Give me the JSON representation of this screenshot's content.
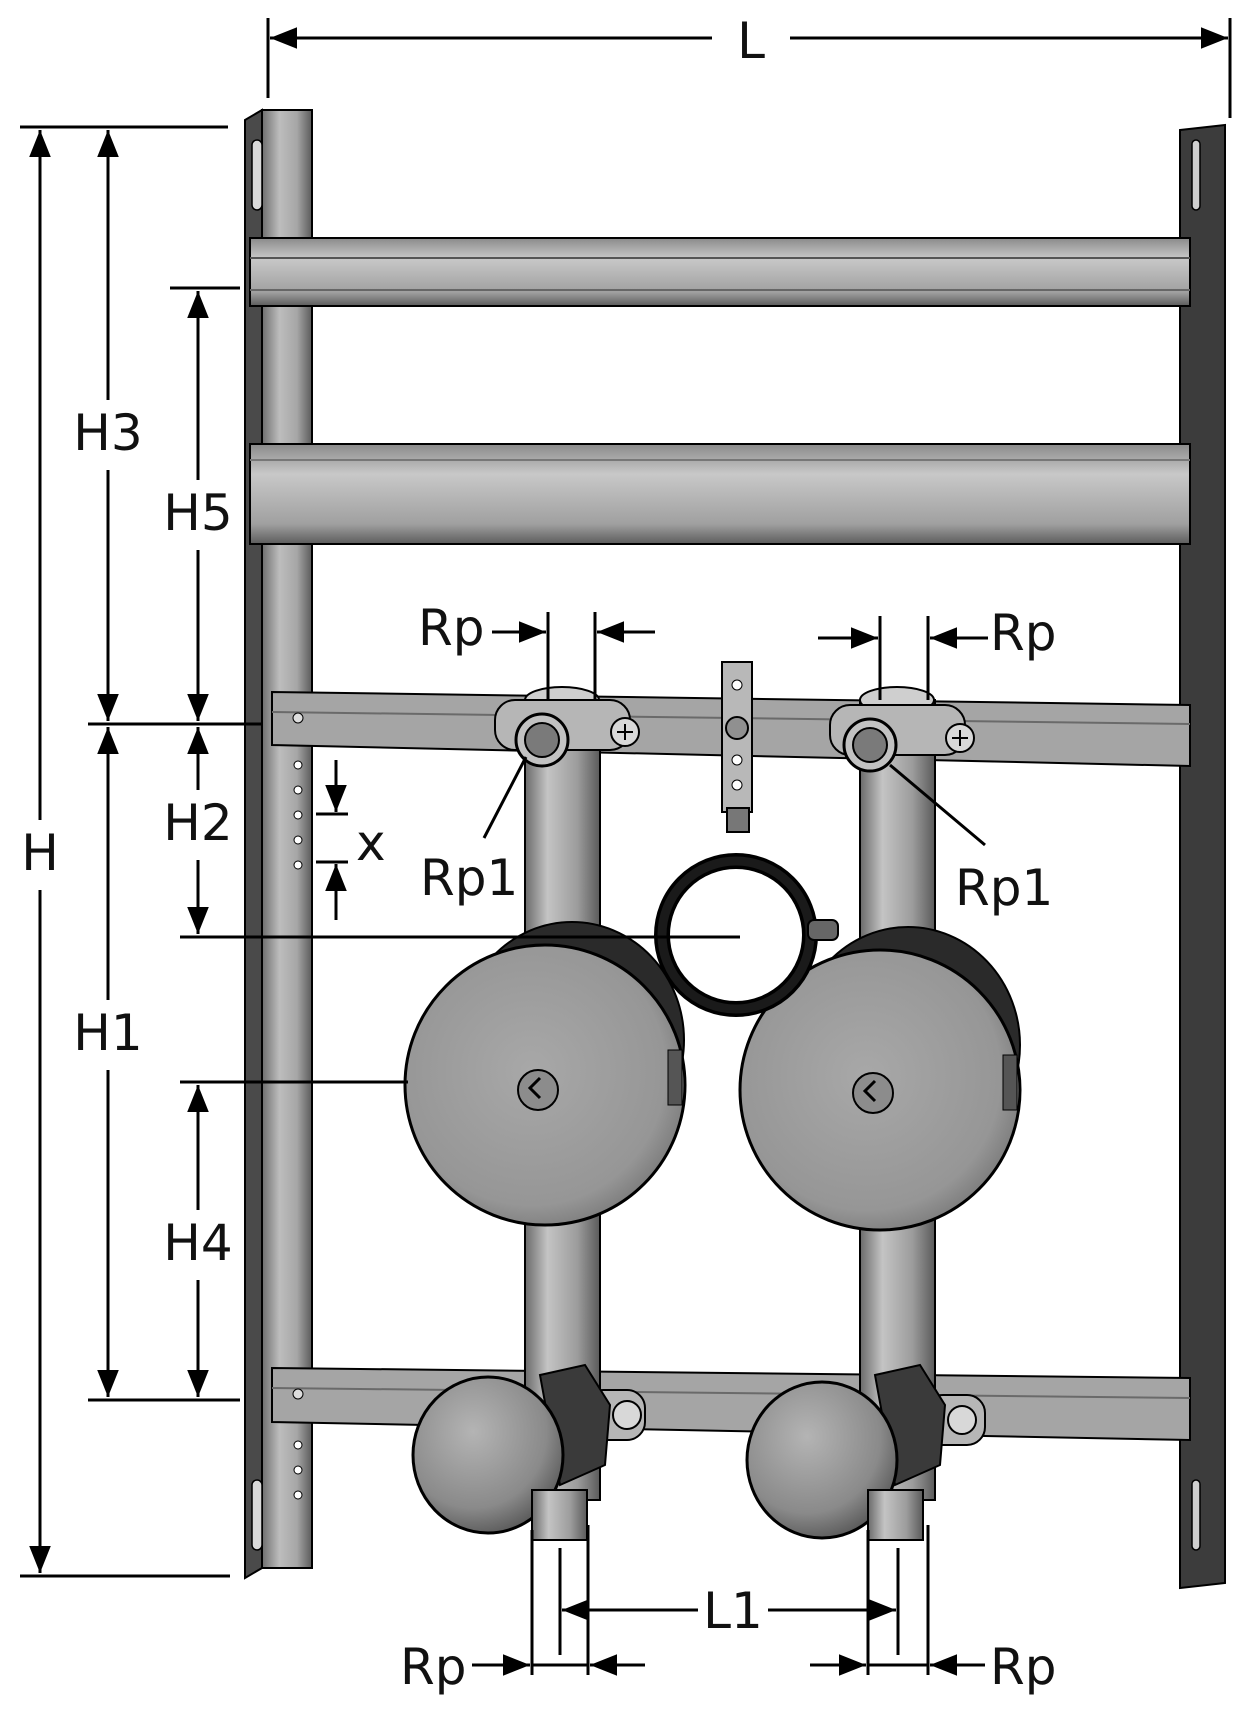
{
  "labels": {
    "L": "L",
    "L1": "L1",
    "H": "H",
    "H1": "H1",
    "H2": "H2",
    "H3": "H3",
    "H4": "H4",
    "H5": "H5",
    "x": "x",
    "rp_top_left": "Rp",
    "rp_top_right": "Rp",
    "rp_bottom_left": "Rp",
    "rp_bottom_right": "Rp",
    "rp1_left": "Rp1",
    "rp1_right": "Rp1"
  },
  "colors": {
    "line": "#000000",
    "metal_light": "#b9b9b9",
    "metal_mid": "#9a9a9a",
    "metal_dark": "#3a3a3a",
    "ring": "#1a1a1a"
  }
}
